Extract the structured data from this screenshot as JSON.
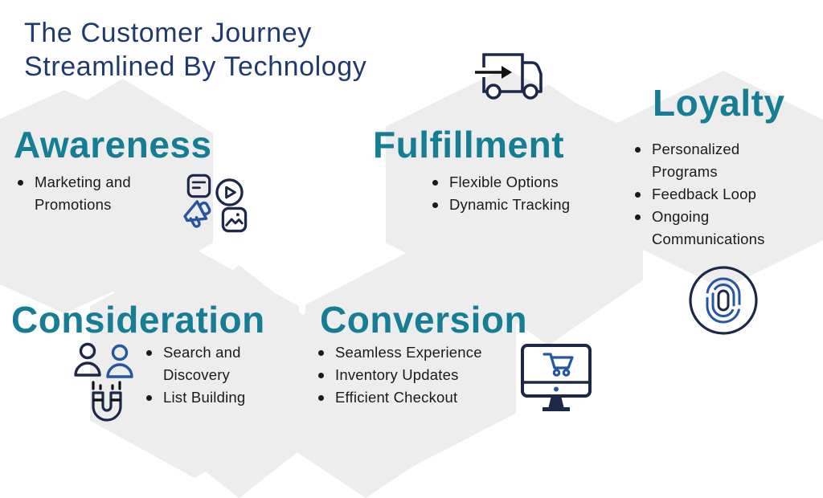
{
  "title": {
    "line1": "The Customer Journey",
    "line2": "Streamlined By Technology"
  },
  "colors": {
    "heading_teal": "#157E95",
    "title_navy": "#203A70",
    "icon_navy": "#1C2848",
    "icon_blue": "#2456A3",
    "hexagon_gray": "#EEEDED",
    "body_text": "#1A1A1A"
  },
  "stages": [
    {
      "name": "Awareness",
      "items": [
        "Marketing and Promotions"
      ],
      "icons": [
        "note-icon",
        "play-video-icon",
        "megaphone-icon",
        "image-icon"
      ]
    },
    {
      "name": "Fulfillment",
      "items": [
        "Flexible Options",
        "Dynamic Tracking"
      ],
      "icons": [
        "delivery-truck-icon"
      ]
    },
    {
      "name": "Loyalty",
      "items": [
        "Personalized Programs",
        "Feedback Loop",
        "Ongoing Communications"
      ],
      "icons": [
        "fingerprint-icon"
      ]
    },
    {
      "name": "Consideration",
      "items": [
        "Search and Discovery",
        "List Building"
      ],
      "icons": [
        "audience-magnet-icon"
      ]
    },
    {
      "name": "Conversion",
      "items": [
        "Seamless Experience",
        "Inventory Updates",
        "Efficient Checkout"
      ],
      "icons": [
        "online-store-monitor-icon"
      ]
    }
  ]
}
